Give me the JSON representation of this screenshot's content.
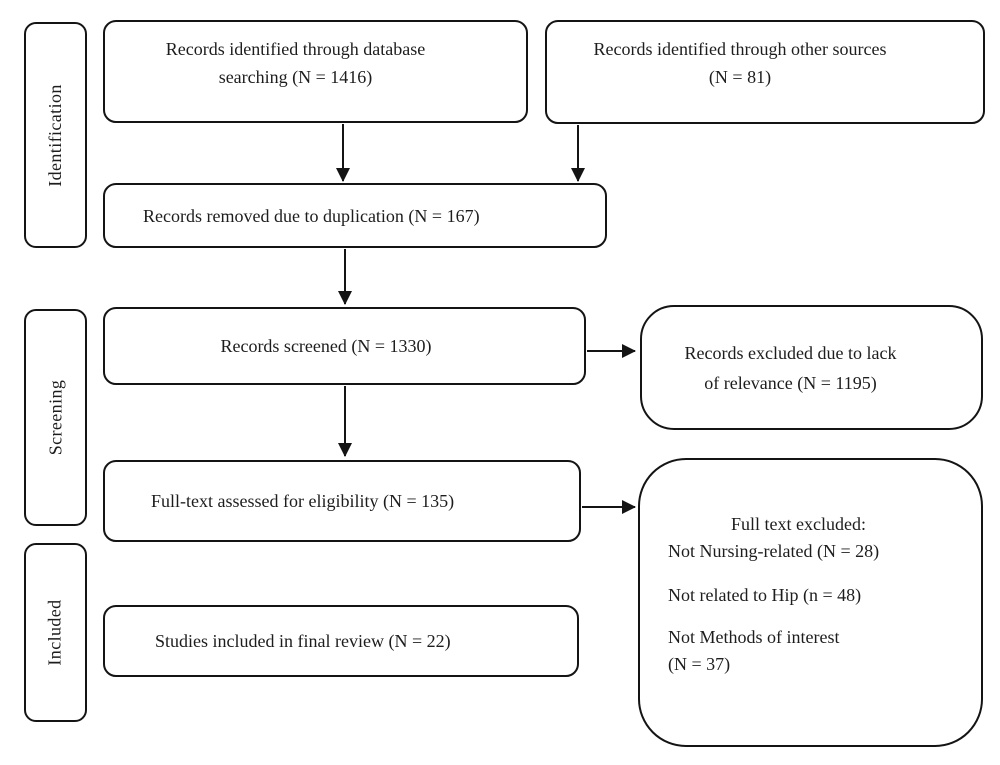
{
  "colors": {
    "background": "#ffffff",
    "stroke": "#141414",
    "text": "#1d1d1d"
  },
  "stages": {
    "identification": "Identification",
    "screening": "Screening",
    "included": "Included"
  },
  "nodes": {
    "db_search": {
      "line1": "Records identified through database",
      "line2": "searching (N = 1416)",
      "count": 1416
    },
    "other_sources": {
      "line1": "Records identified through other sources",
      "line2": "(N = 81)",
      "count": 81
    },
    "duplicates_removed": {
      "line1": "Records removed due to duplication (N = 167)",
      "count": 167
    },
    "records_screened": {
      "line1": "Records screened (N = 1330)",
      "count": 1330
    },
    "excluded_relevance": {
      "line1": "Records excluded due to lack",
      "line2": "of relevance (N = 1195)",
      "count": 1195
    },
    "fulltext_assessed": {
      "line1": "Full-text assessed for eligibility (N = 135)",
      "count": 135
    },
    "fulltext_excluded": {
      "title": "Full text excluded:",
      "line1": "Not Nursing-related (N = 28)",
      "line2": "Not related to Hip (n = 48)",
      "line3a": "Not Methods of interest",
      "line3b": "(N = 37)",
      "counts": {
        "not_nursing_related": 28,
        "not_related_to_hip": 48,
        "not_methods_of_interest": 37
      }
    },
    "final_included": {
      "line1": "Studies included in final review (N = 22)",
      "count": 22
    }
  }
}
